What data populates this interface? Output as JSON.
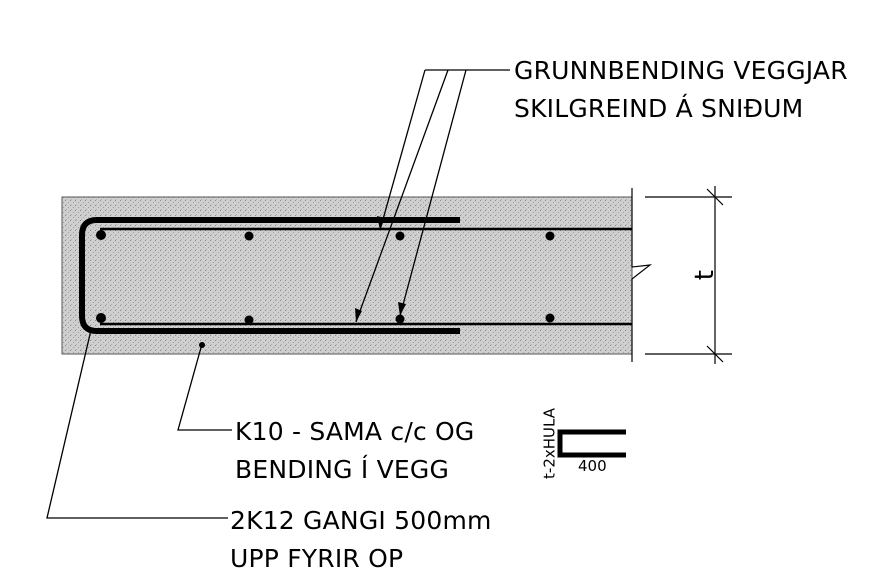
{
  "callouts": {
    "main_reinforcement": {
      "line1": "GRUNNBENDING VEGGJAR",
      "line2": "SKILGREIND Á SNIÐUM"
    },
    "u_bar": {
      "line1": "K10 - SAMA c/c OG",
      "line2": "BENDING Í VEGG"
    },
    "opening_bars": {
      "line1": "2K12 GANGI 500mm",
      "line2": "UPP  FYRIR OP"
    }
  },
  "dimensions": {
    "thickness_symbol": "t",
    "bar_leg_length": "400",
    "bar_height": "t-2xHULA"
  },
  "colors": {
    "ink": "#000000",
    "concrete_fill": "#c9c9c9"
  }
}
